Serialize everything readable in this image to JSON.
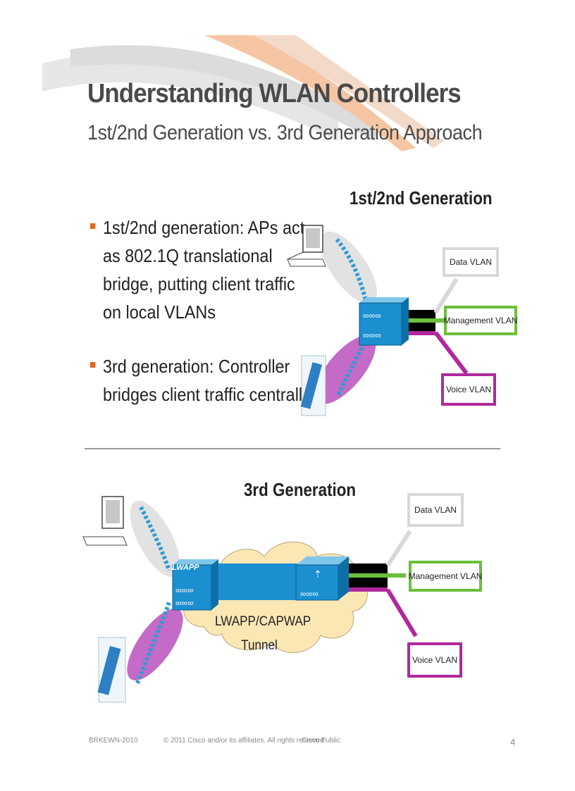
{
  "slide": {
    "title": "Understanding WLAN Controllers",
    "subtitle": "1st/2nd Generation vs. 3rd Generation Approach",
    "bullets": [
      {
        "lines": [
          "1st/2nd generation: APs act",
          "as 802.1Q translational",
          "bridge, putting client traffic",
          "on local VLANs"
        ]
      },
      {
        "lines": [
          "3rd generation: Controller",
          "bridges client traffic centrally"
        ]
      }
    ]
  },
  "diagram_top": {
    "heading": "1st/2nd Generation",
    "vlans": {
      "data": "Data VLAN",
      "management": "Management VLAN",
      "voice": "Voice VLAN"
    }
  },
  "diagram_bottom": {
    "heading": "3rd Generation",
    "ap_label": "LWAPP",
    "tunnel_label_1": "LWAPP/CAPWAP",
    "tunnel_label_2": "Tunnel",
    "vlans": {
      "data": "Data VLAN",
      "management": "Management VLAN",
      "voice": "Voice VLAN"
    }
  },
  "colors": {
    "data": "#d8d8d8",
    "management": "#6bbf3a",
    "voice": "#b0289c",
    "accent": "#e8641e"
  },
  "footer": {
    "session": "BRKEWN-2010",
    "copyright": "© 2011 Cisco and/or its affiliates. All rights reserved.",
    "classification": "Cisco Public",
    "page": "4"
  }
}
